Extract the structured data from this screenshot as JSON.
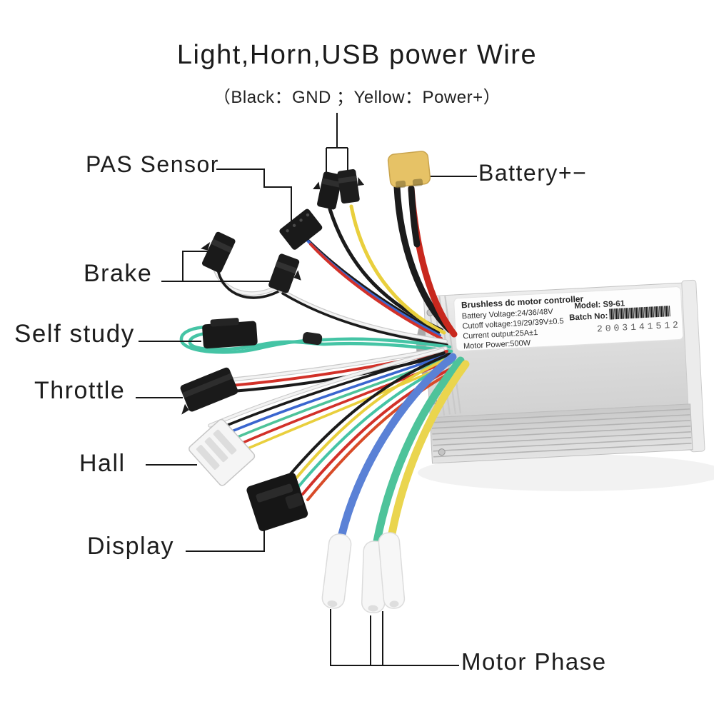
{
  "header": {
    "title": "Light,Horn,USB power Wire",
    "subtitle": "（Black：GND ；Yellow：Power+）"
  },
  "callouts": {
    "pas_sensor": "PAS Sensor",
    "battery": "Battery+−",
    "brake": "Brake",
    "self_study": "Self study",
    "throttle": "Throttle",
    "hall": "Hall",
    "display": "Display",
    "motor_phase": "Motor Phase"
  },
  "controller": {
    "product_name": "Brushless dc motor controller",
    "specs": [
      "Battery Voltage:24/36/48V",
      "Cutoff voltage:19/29/39V±0.5",
      "Current output:25A±1",
      "Motor Power:500W"
    ],
    "model": "Model: S9-61",
    "batch_label": "Batch No:",
    "batch_number": "2003141512"
  },
  "wire_colors": {
    "battery_positive_red": "#c8281e",
    "battery_negative_black": "#1b1b1b",
    "light_horn_power_yellow": "#e9cf3d",
    "motor_phase_blue": "#5a81d6",
    "motor_phase_green": "#4ec39a",
    "motor_phase_yellow": "#ead54e",
    "signal_red": "#d23129",
    "signal_blue": "#3a66cf",
    "signal_teal": "#45c4a5",
    "signal_white": "#f2f2f2",
    "connector_black": "#1a1a1a",
    "xt60_yellow": "#e6c266",
    "controller_silver": "#dedede"
  }
}
